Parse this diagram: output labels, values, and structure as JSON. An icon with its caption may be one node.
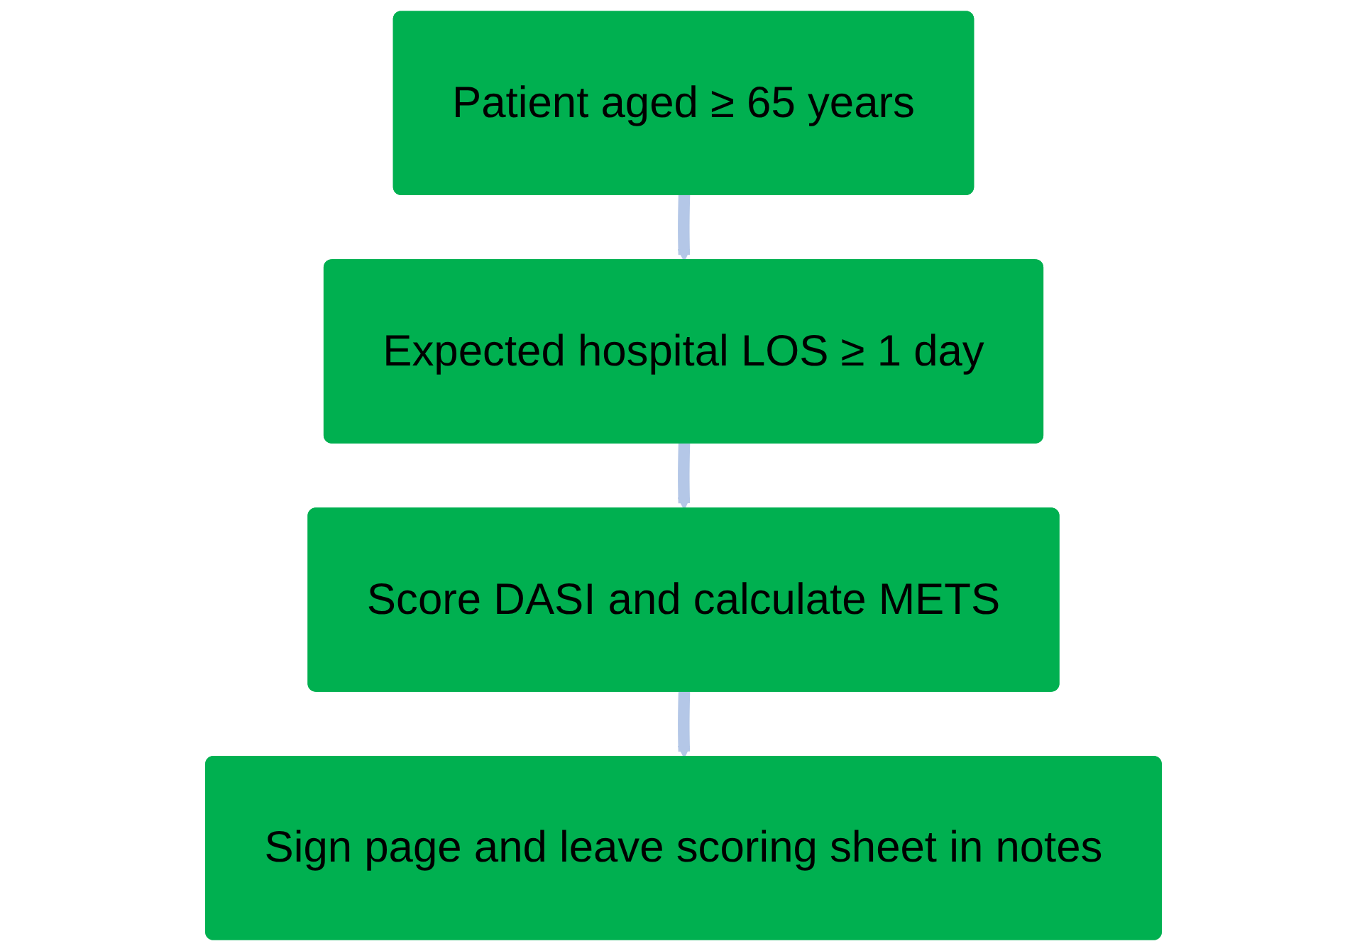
{
  "diagram": {
    "nodes": [
      {
        "text": [
          "Patient aged ≥ 65 years"
        ]
      },
      {
        "text": [
          "Expected hospital LOS ≥ 1 day"
        ]
      },
      {
        "text": [
          "Score DASI and calculate METS"
        ]
      },
      {
        "text": [
          "Sign page and leave scoring sheet in notes"
        ]
      }
    ],
    "edges": [
      {
        "from": 0,
        "to": 1,
        "arrow": "to"
      },
      {
        "from": 1,
        "to": 2,
        "arrow": "to"
      },
      {
        "from": 2,
        "to": 3,
        "arrow": "to"
      }
    ]
  }
}
